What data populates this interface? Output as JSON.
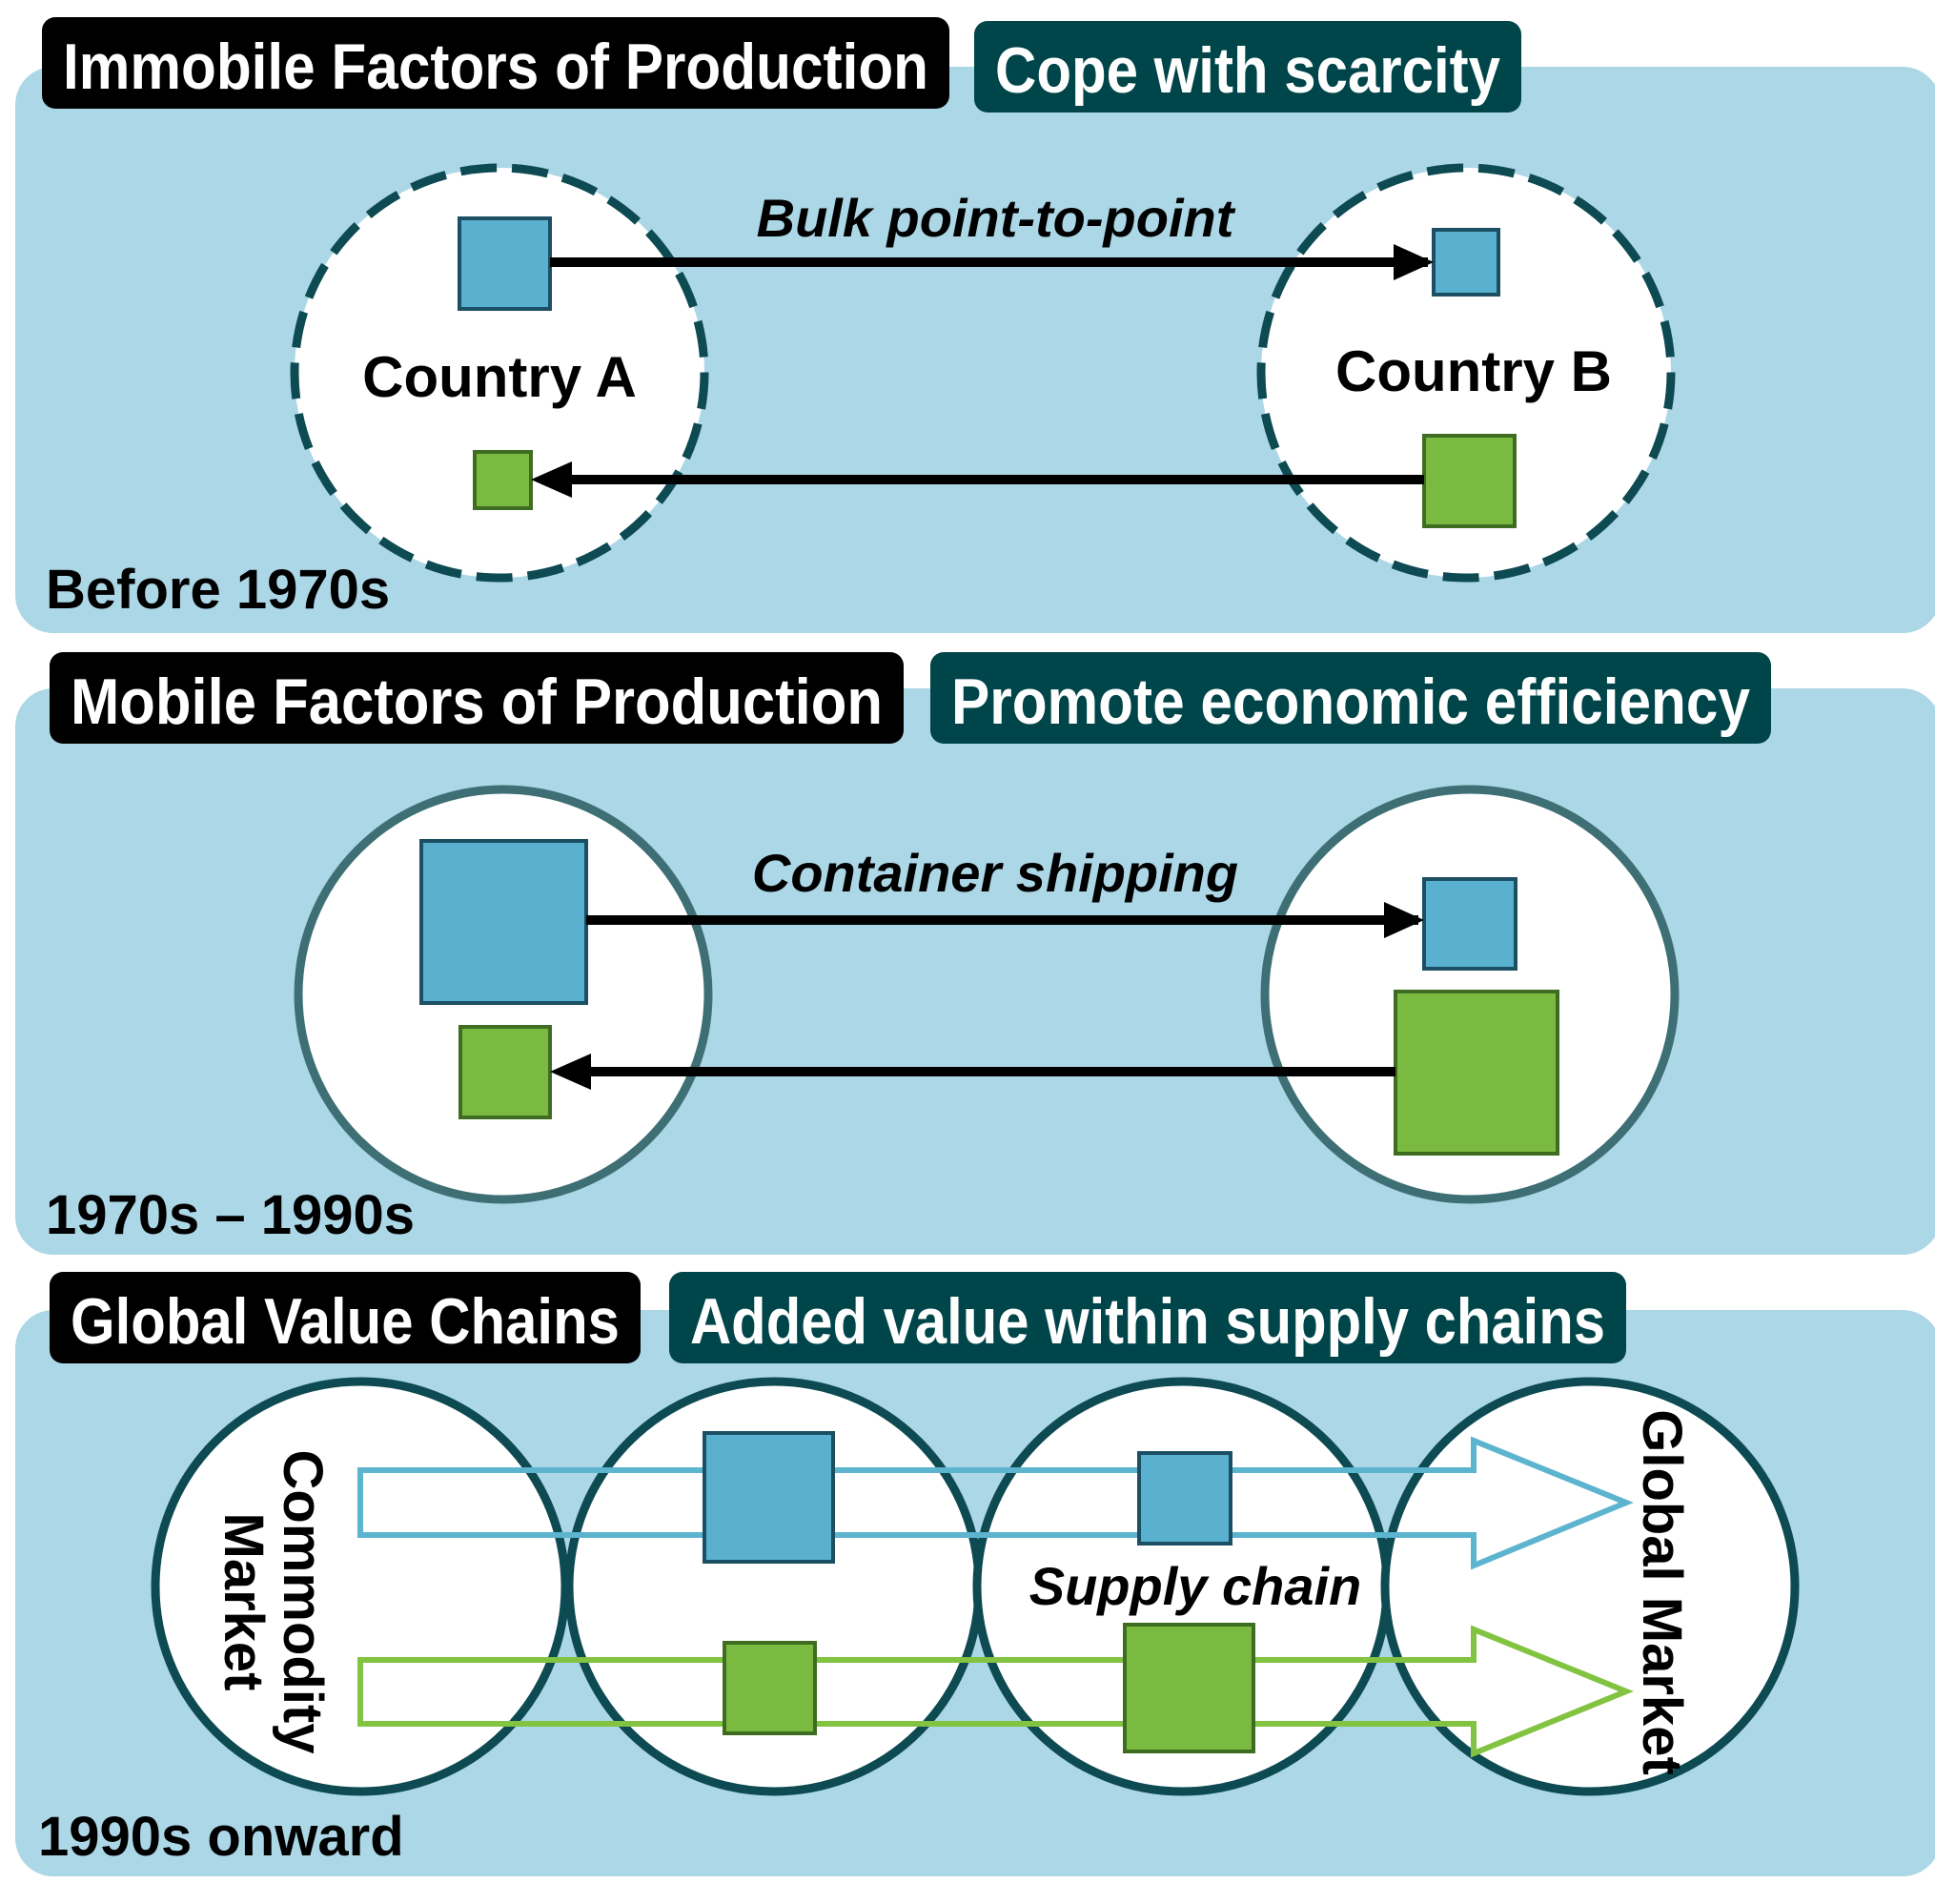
{
  "colors": {
    "panel_bg": "#acd7e6",
    "black_tag": "#000000",
    "teal_tag": "#004549",
    "circle_dark": "#0d4a52",
    "circle_mid": "#3d6f75",
    "square_blue": "#5ab1cf",
    "square_blue_border": "#1c4f63",
    "square_green": "#7aba41",
    "square_green_border": "#3e6d22",
    "arrow_blue": "#5cb4cf",
    "arrow_green": "#82c341",
    "text": "#000000",
    "tag_text": "#ffffff"
  },
  "panel1": {
    "title": "Immobile Factors of Production",
    "goal": "Cope with scarcity",
    "era": "Before 1970s",
    "flow_label": "Bulk point-to-point",
    "country_a": "Country A",
    "country_b": "Country B"
  },
  "panel2": {
    "title": "Mobile Factors of Production",
    "goal": "Promote economic efficiency",
    "era": "1970s – 1990s",
    "flow_label": "Container shipping"
  },
  "panel3": {
    "title": "Global Value Chains",
    "goal": "Added value within supply chains",
    "era": "1990s onward",
    "left_label_line1": "Commodity",
    "left_label_line2": "Market",
    "middle_label": "Supply chain",
    "right_label": "Global Market"
  }
}
